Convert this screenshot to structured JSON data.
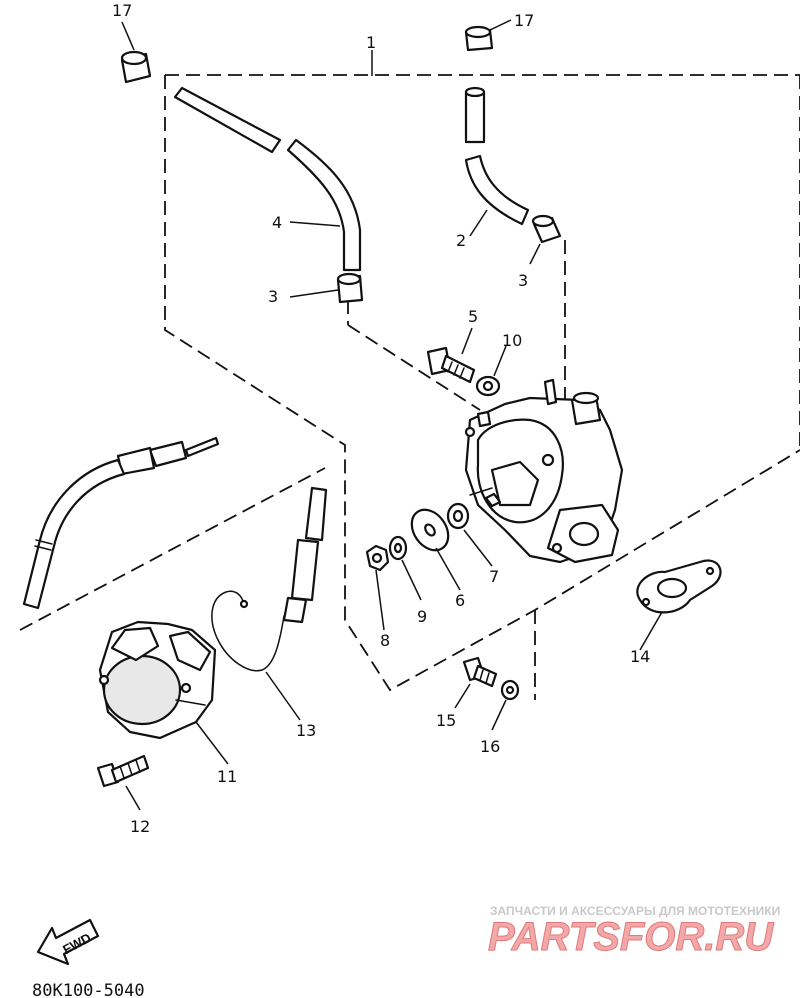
{
  "callouts": {
    "c1": "1",
    "c2": "2",
    "c3a": "3",
    "c3b": "3",
    "c4": "4",
    "c5": "5",
    "c6": "6",
    "c7": "7",
    "c8": "8",
    "c9": "9",
    "c10": "10",
    "c11": "11",
    "c12": "12",
    "c13": "13",
    "c14": "14",
    "c15": "15",
    "c16": "16",
    "c17a": "17",
    "c17b": "17"
  },
  "part_number": "80K100-5040",
  "fwd_label": "FWD",
  "watermark": {
    "tagline": "ЗАПЧАСТИ И АКСЕССУАРЫ ДЛЯ МОТОТЕХНИКИ",
    "logo": "PARTSFOR.RU"
  }
}
